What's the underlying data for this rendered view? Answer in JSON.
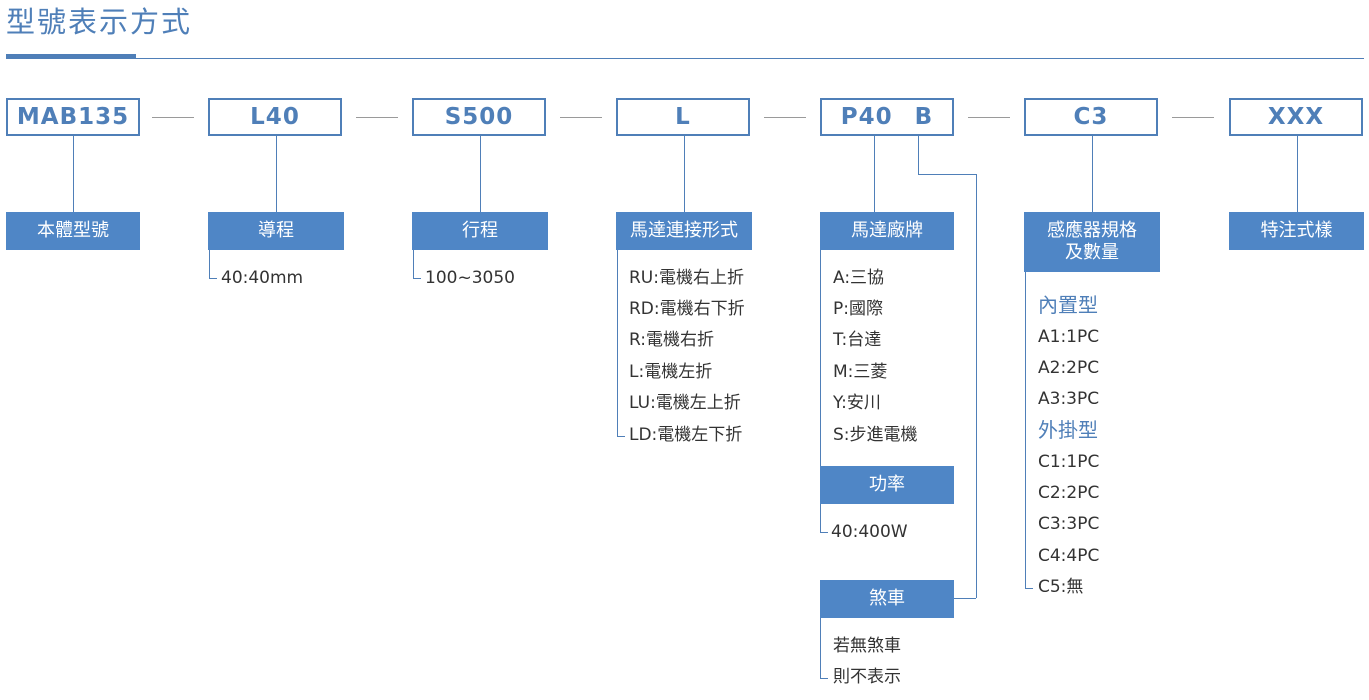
{
  "title": "型號表示方式",
  "codes": [
    "MAB135",
    "L40",
    "S500",
    "L",
    "P40",
    "B",
    "C3",
    "XXX"
  ],
  "labels": {
    "body_model": "本體型號",
    "lead": "導程",
    "stroke": "行程",
    "motor_mount": "馬達連接形式",
    "motor_brand": "馬達廠牌",
    "power": "功率",
    "brake": "煞車",
    "sensor": "感應器規格\n及數量",
    "special": "特注式樣"
  },
  "lead_options": [
    "40:40mm"
  ],
  "stroke_options": [
    "100~3050"
  ],
  "mount_options": [
    "RU:電機右上折",
    "RD:電機右下折",
    "R:電機右折",
    "L:電機左折",
    "LU:電機左上折",
    "LD:電機左下折"
  ],
  "brand_options": [
    "A:三協",
    "P:國際",
    "T:台達",
    "M:三菱",
    "Y:安川",
    "S:步進電機"
  ],
  "power_options": [
    "40:400W"
  ],
  "brake_options": [
    "若無煞車",
    "則不表示"
  ],
  "sensor_groups": {
    "internal_label": "內置型",
    "internal": [
      "A1:1PC",
      "A2:2PC",
      "A3:3PC"
    ],
    "external_label": "外掛型",
    "external": [
      "C1:1PC",
      "C2:2PC",
      "C3:3PC",
      "C4:4PC",
      "C5:無"
    ]
  }
}
